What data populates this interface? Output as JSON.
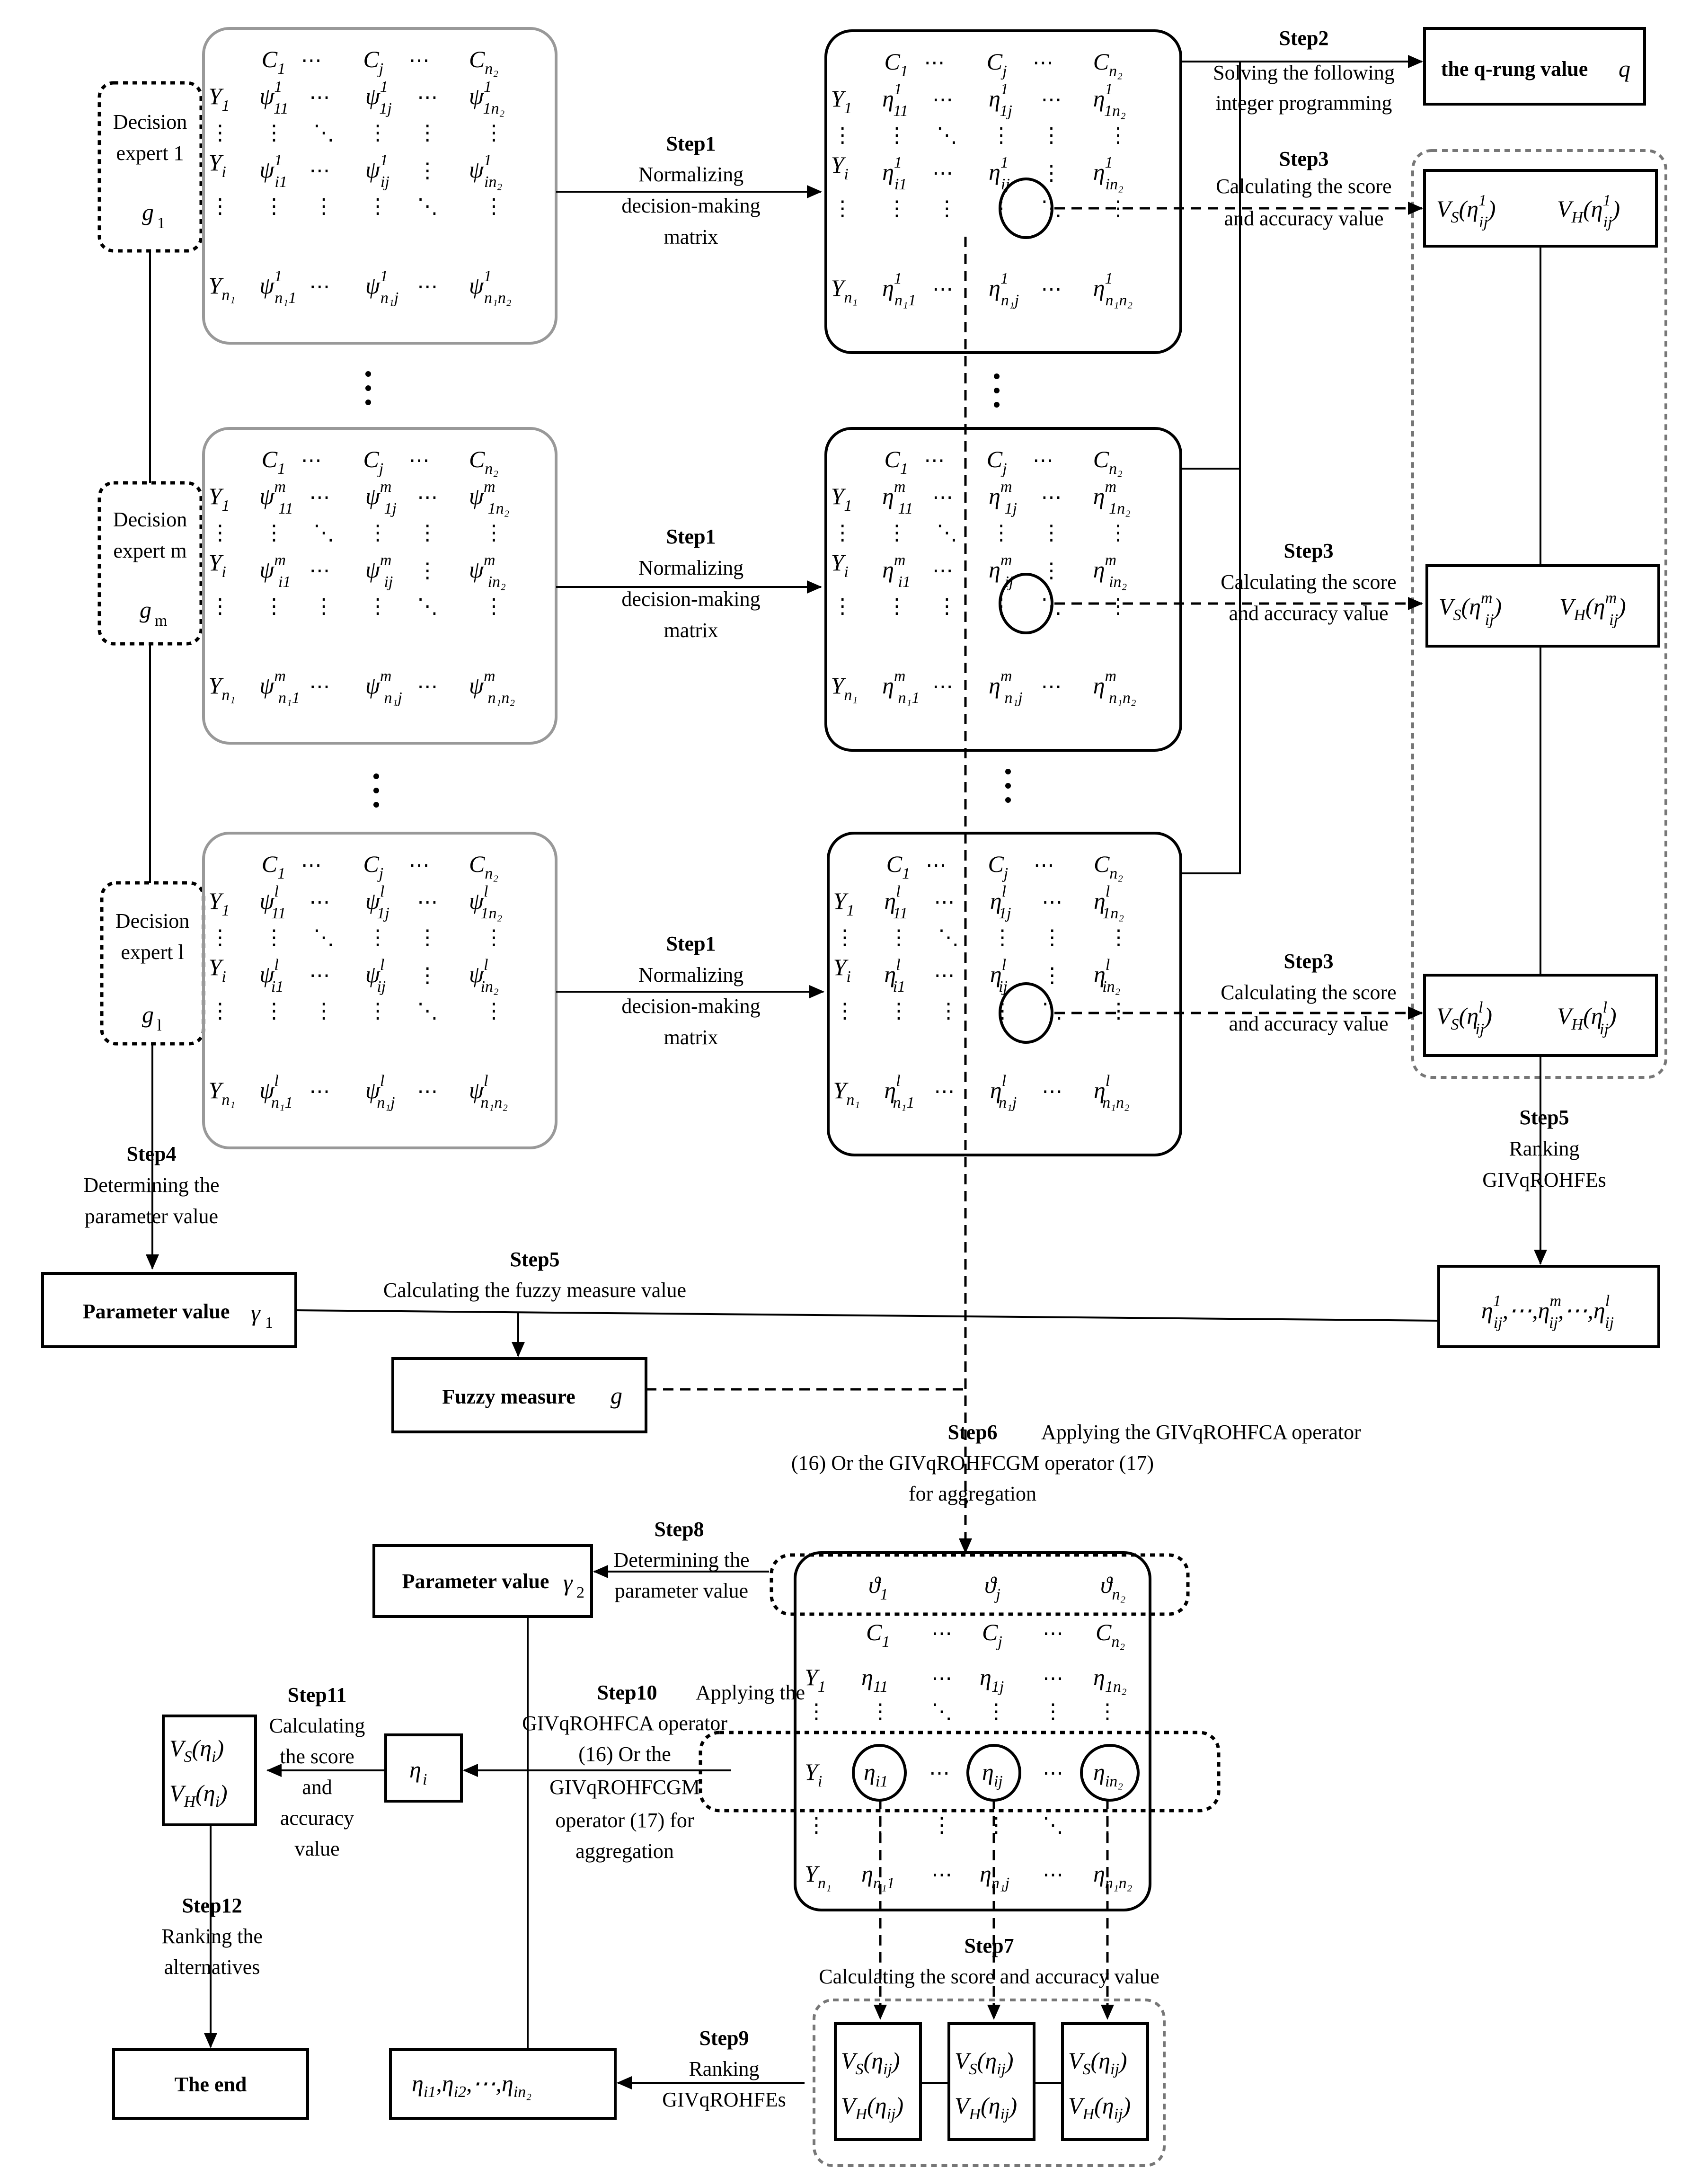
{
  "experts": [
    {
      "name": "Decision",
      "name2": "expert 1",
      "g": "g",
      "gsub": "1",
      "sup": "1"
    },
    {
      "name": "Decision",
      "name2": "expert m",
      "g": "g",
      "gsub": "m",
      "sup": "m"
    },
    {
      "name": "Decision",
      "name2": "expert l",
      "g": "g",
      "gsub": "l",
      "sup": "l"
    }
  ],
  "matrix": {
    "cols": [
      "C1",
      "Cj",
      "Cn2"
    ],
    "rows": [
      "Y1",
      "Yi",
      "Yn1"
    ],
    "psi": "ψ",
    "eta": "η",
    "dots": "⋯"
  },
  "steps": {
    "step1_title": "Step1",
    "step1_l1": "Normalizing",
    "step1_l2": "decision-making",
    "step1_l3": "matrix",
    "step2_title": "Step2",
    "step2_l1": "Solving the following",
    "step2_l2": "integer programming",
    "step3_title": "Step3",
    "step3_l1": "Calculating the score",
    "step3_l2": "and accuracy value",
    "step4_title": "Step4",
    "step4_l1": "Determining the",
    "step4_l2": "parameter value",
    "step5a_title": "Step5",
    "step5a_l1": "Ranking",
    "step5a_l2": "GIVqROHFEs",
    "step5b_title": "Step5",
    "step5b_l1": "Calculating the fuzzy measure value",
    "step6_title": "Step6",
    "step6_l1": "Applying the GIVqROHFCA operator",
    "step6_l2": "(16) Or the GIVqROHFCGM operator (17)",
    "step6_l3": "for aggregation",
    "step7_title": "Step7",
    "step7_l1": "Calculating the score and accuracy value",
    "step8_title": "Step8",
    "step8_l1": "Determining the",
    "step8_l2": "parameter value",
    "step9_title": "Step9",
    "step9_l1": "Ranking",
    "step9_l2": "GIVqROHFEs",
    "step10_title": "Step10",
    "step10_l1": "Applying the",
    "step10_l2": "GIVqROHFCA operator",
    "step10_l3": "(16) Or the",
    "step10_l4": "GIVqROHFCGM",
    "step10_l5": "operator (17) for",
    "step10_l6": "aggregation",
    "step11_title": "Step11",
    "step11_l1": "Calculating",
    "step11_l2": "the score",
    "step11_l3": "and",
    "step11_l4": "accuracy",
    "step11_l5": "value",
    "step12_title": "Step12",
    "step12_l1": "Ranking the",
    "step12_l2": "alternatives"
  },
  "boxes": {
    "qrung": "the q-rung value",
    "qrung_sym": "q",
    "param1": "Parameter value",
    "param1_sym": "γ",
    "param1_sub": "1",
    "fuzzy": "Fuzzy measure",
    "fuzzy_sym": "g",
    "param2": "Parameter value",
    "param2_sym": "γ",
    "param2_sub": "2",
    "eta_i": "η",
    "eta_i_sub": "i",
    "the_end": "The end",
    "rank_list": "η",
    "theta": "ϑ",
    "VS": "V",
    "VH": "V"
  }
}
